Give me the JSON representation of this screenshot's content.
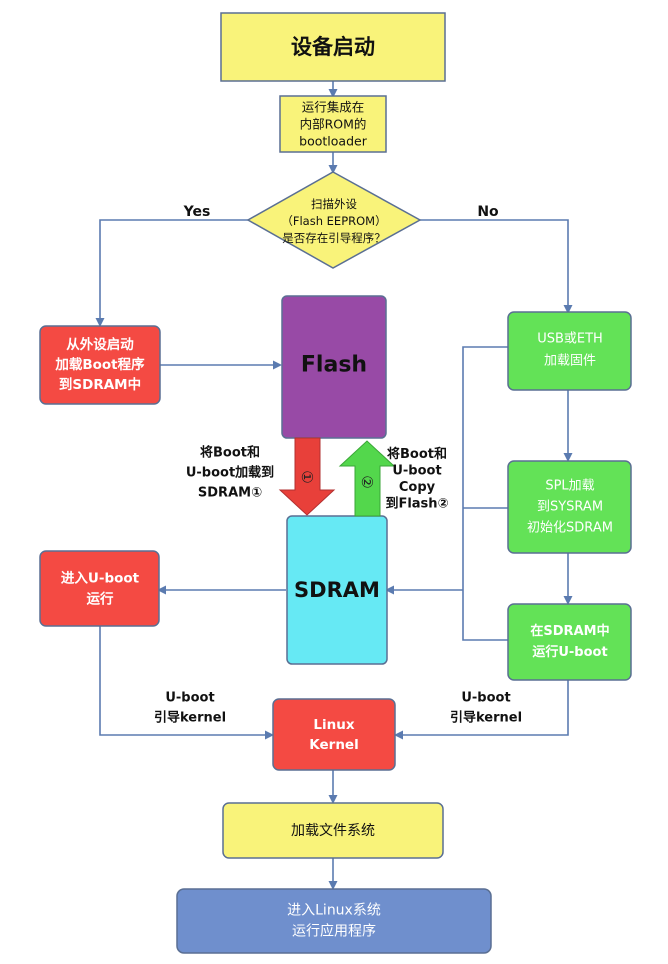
{
  "colors": {
    "line": "#5b7bb0",
    "box_stroke": "#5a6f93",
    "yellow": "#f9f37a",
    "red": "#f44a43",
    "green": "#63e257",
    "purple": "#984aa6",
    "cyan": "#66e9f4",
    "blue": "#6f8fcd",
    "arrow_red": "#e8403a",
    "arrow_green": "#53d74c"
  },
  "nodes": {
    "start": [
      "设备启动"
    ],
    "rom": [
      "运行集成在",
      "内部ROM的",
      "bootloader"
    ],
    "decision": [
      "扫描外设",
      "（Flash EEPROM）",
      "是否存在引导程序？"
    ],
    "load_ext": [
      "从外设启动",
      "加载Boot程序",
      "到SDRAM中"
    ],
    "flash": [
      "Flash"
    ],
    "sdram": [
      "SDRAM"
    ],
    "usb": [
      "USB或ETH",
      "加载固件"
    ],
    "spl": [
      "SPL加载",
      "到SYSRAM",
      "初始化SDRAM"
    ],
    "run_sdram": [
      "在SDRAM中",
      "运行U-boot"
    ],
    "enter_uboot": [
      "进入U-boot",
      "运行"
    ],
    "kernel": [
      "Linux",
      "Kernel"
    ],
    "fs": [
      "加载文件系统"
    ],
    "linux": [
      "进入Linux系统",
      "运行应用程序"
    ]
  },
  "labels": {
    "yes": "Yes",
    "no": "No",
    "load_to_sdram": [
      "将Boot和",
      "U-boot加载到",
      "SDRAM①"
    ],
    "copy_to_flash": [
      "将Boot和",
      "U-boot",
      "Copy",
      "到Flash②"
    ],
    "uboot_kernel_left": [
      "U-boot",
      "引导kernel"
    ],
    "uboot_kernel_right": [
      "U-boot",
      "引导kernel"
    ],
    "arrow1": "①",
    "arrow2": "②"
  }
}
